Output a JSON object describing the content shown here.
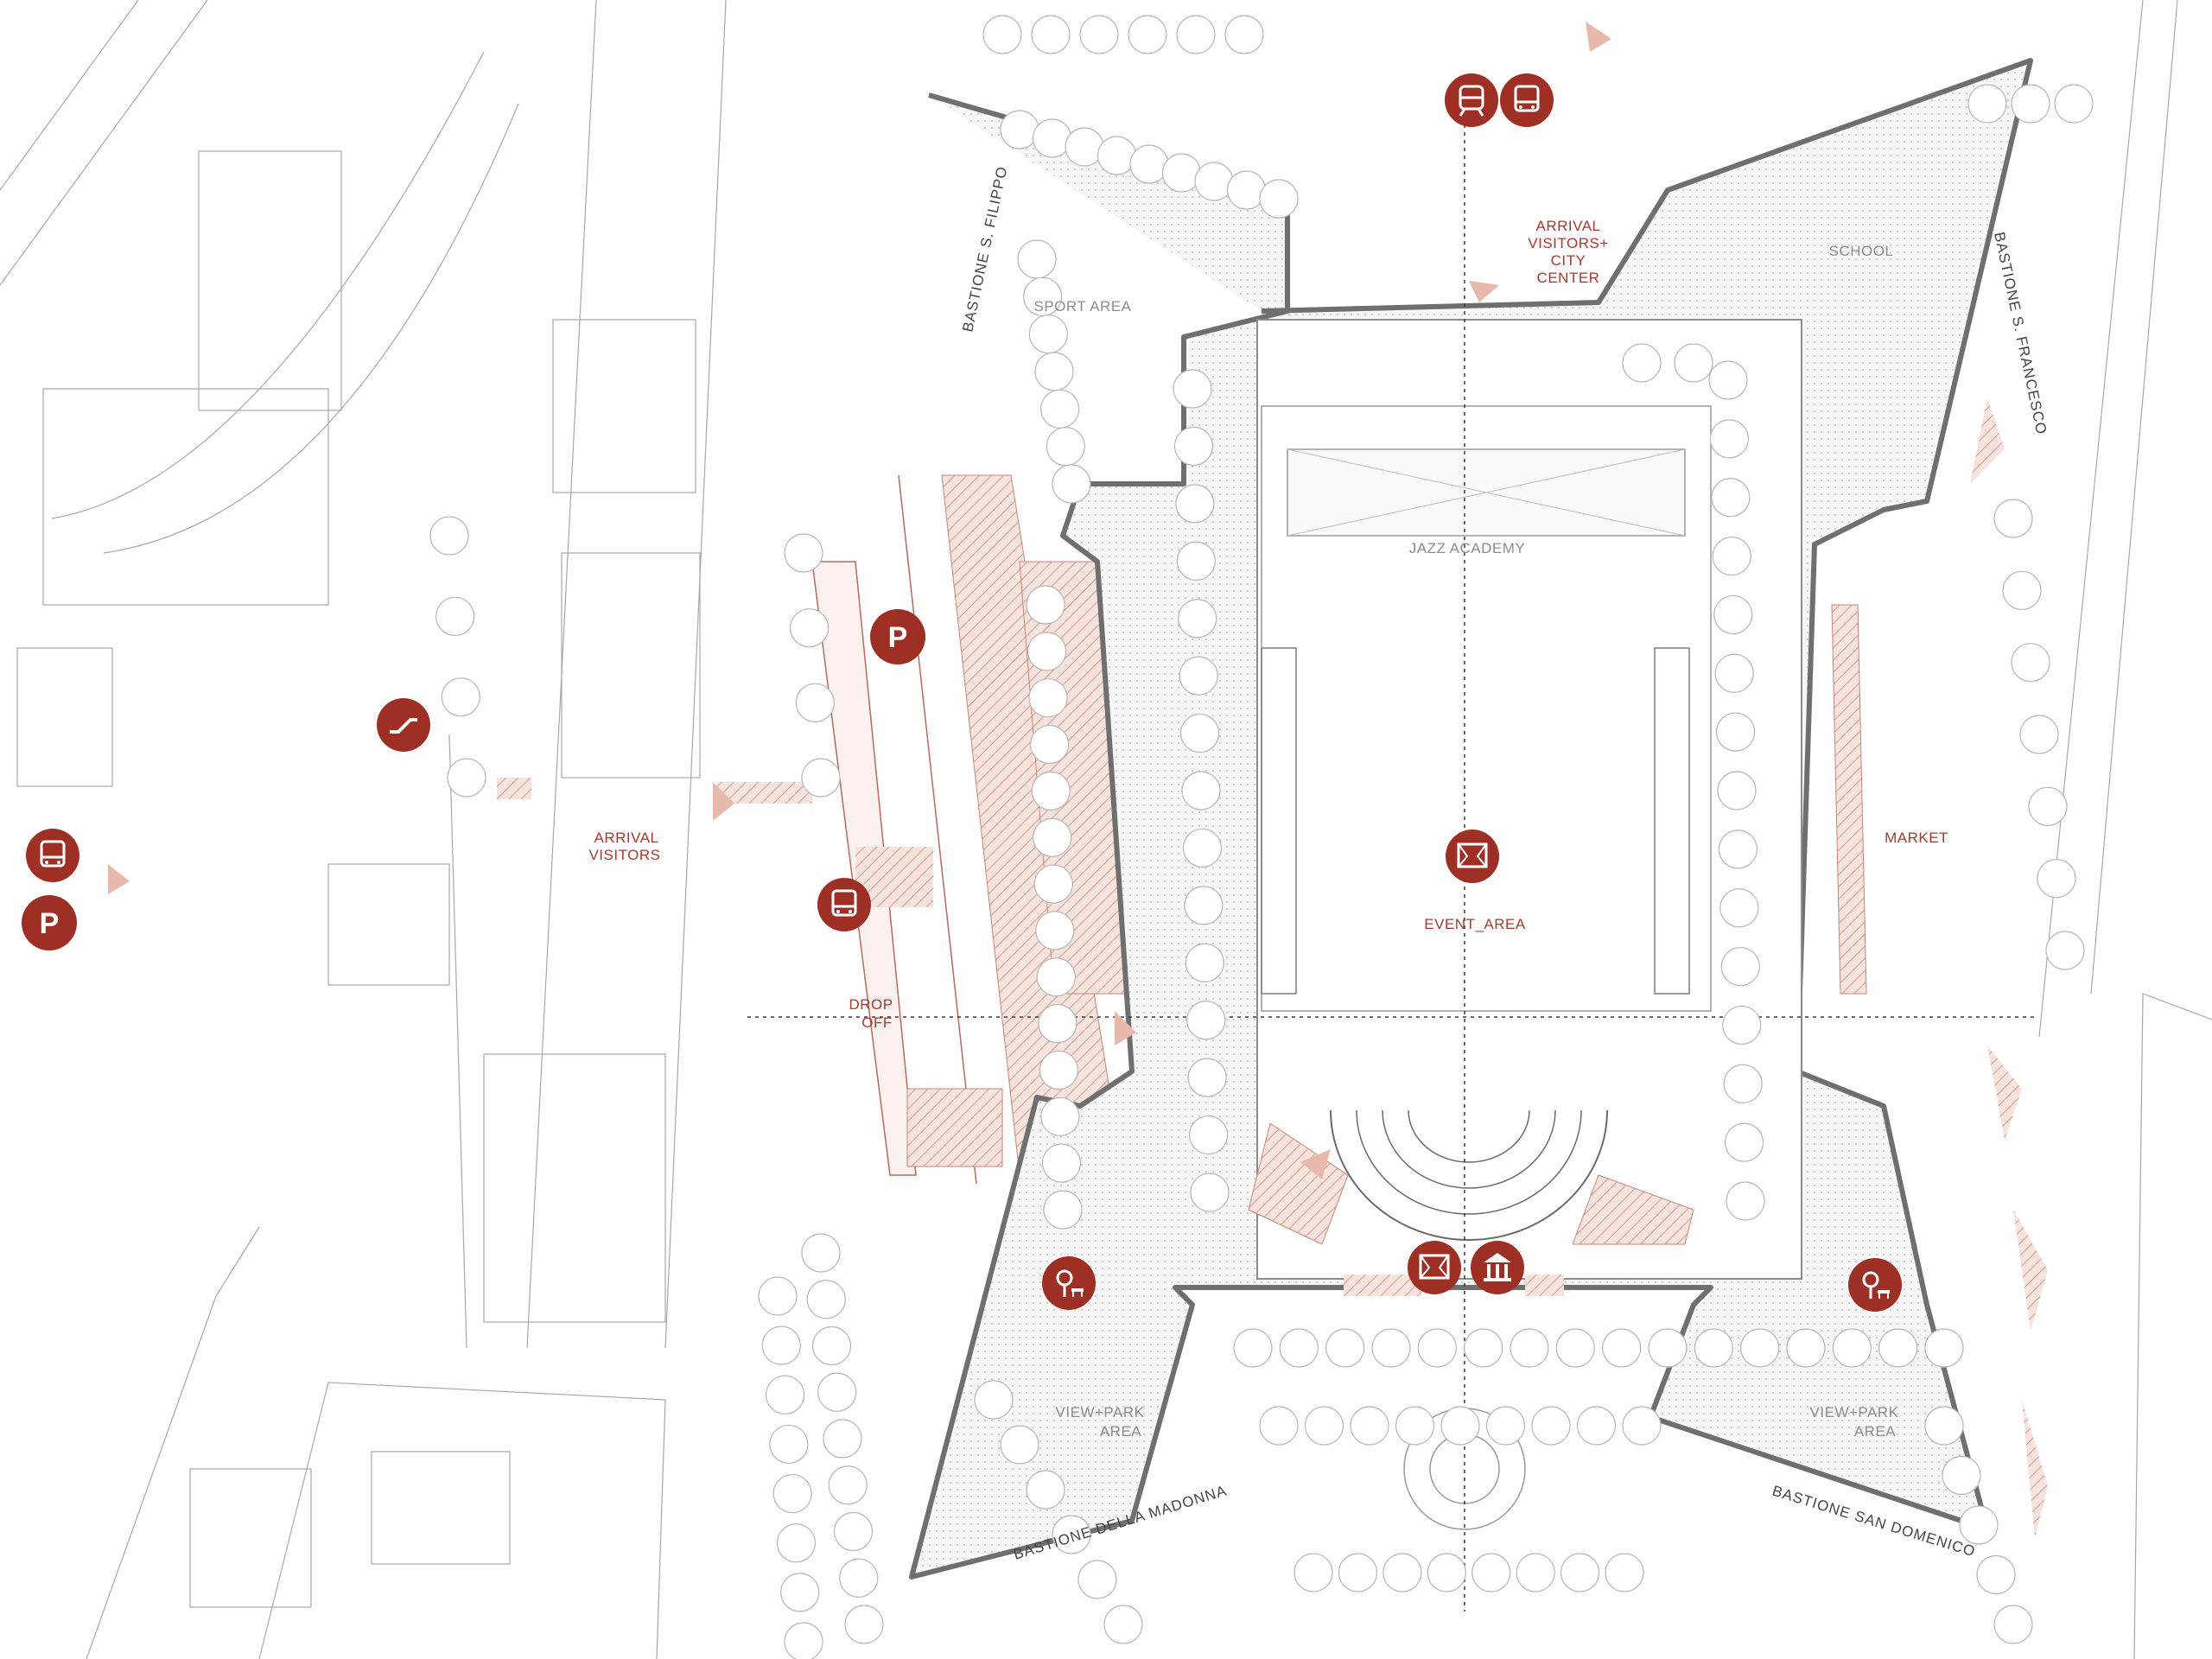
{
  "colors": {
    "accent": "#9e2f24",
    "label_red": "#a33b30",
    "label_grey": "#8c8c8c",
    "line": "#9a9a9a",
    "wall_fill": "#dcdcdc",
    "planting_fill": "#f3dcd5"
  },
  "labels": {
    "sport_area": "SPORT AREA",
    "jazz_academy": "JAZZ ACADEMY",
    "school": "SCHOOL",
    "market": "MARKET",
    "event_area": "EVENT_AREA",
    "view_park_left": [
      "VIEW+PARK",
      "AREA"
    ],
    "view_park_right": [
      "VIEW+PARK",
      "AREA"
    ],
    "arrival_city": [
      "ARRIVAL",
      "VISITORS+",
      "CITY",
      "CENTER"
    ],
    "arrival_visitors": [
      "ARRIVAL",
      "VISITORS"
    ],
    "drop_off": [
      "DROP",
      "OFF"
    ]
  },
  "bastions": {
    "filippo": "BASTIONE S. FILIPPO",
    "francesco": "BASTIONE S. FRANCESCO",
    "madonna": "BASTIONE DELLA MADONNA",
    "domenico": "BASTIONE SAN DOMENICO"
  },
  "markers": [
    {
      "icon": "train-icon",
      "label": ""
    },
    {
      "icon": "bus-icon",
      "label": ""
    },
    {
      "icon": "parking-icon",
      "label": "P"
    },
    {
      "icon": "escalator-icon",
      "label": ""
    },
    {
      "icon": "bus-icon",
      "label": ""
    },
    {
      "icon": "parking-icon",
      "label": "P"
    },
    {
      "icon": "bus-icon",
      "label": ""
    },
    {
      "icon": "stage-icon",
      "label": ""
    },
    {
      "icon": "stage-icon",
      "label": ""
    },
    {
      "icon": "museum-icon",
      "label": ""
    },
    {
      "icon": "park-bench-icon",
      "label": ""
    },
    {
      "icon": "park-bench-icon",
      "label": ""
    }
  ]
}
